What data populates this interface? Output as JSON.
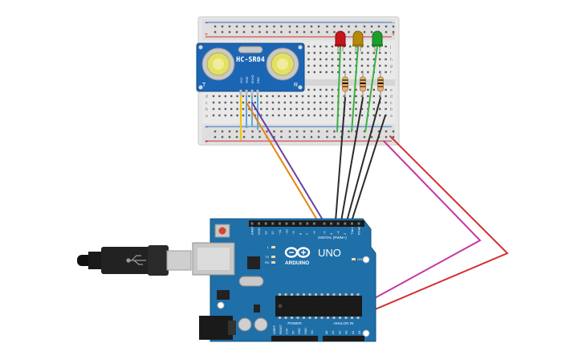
{
  "sensor": {
    "model": "HC-SR04",
    "pin_labels": [
      "VCC",
      "TRIG",
      "ECHO",
      "GND"
    ],
    "corner_left": "T",
    "corner_right": "R"
  },
  "leds": [
    {
      "name": "red",
      "color": "#c4161c"
    },
    {
      "name": "yellow",
      "color": "#b58a0b"
    },
    {
      "name": "green",
      "color": "#1d9e2a"
    }
  ],
  "arduino": {
    "brand": "ARDUINO",
    "model": "UNO",
    "digital_header_label": "DIGITAL (PWM~)",
    "power_label": "POWER",
    "analog_label": "ANALOG IN",
    "on_label": "ON",
    "led_labels": [
      "L",
      "TX",
      "RX"
    ],
    "digital_pins": [
      "AREF",
      "GND",
      "13",
      "12",
      "~11",
      "~10",
      "~9",
      "8",
      "7",
      "~6",
      "~5",
      "4",
      "~3",
      "2",
      "TX▸1",
      "RX◂0"
    ],
    "power_pins": [
      "IOREF",
      "RESET",
      "3.3V",
      "5V",
      "GND",
      "GND",
      "Vin"
    ],
    "analog_pins": [
      "A0",
      "A1",
      "A2",
      "A3",
      "A4",
      "A5"
    ]
  },
  "breadboard": {
    "row_letters_top": [
      "j",
      "i",
      "h",
      "g",
      "f"
    ],
    "row_letters_bottom": [
      "e",
      "d",
      "c",
      "b",
      "a"
    ],
    "rail_plus": "+",
    "rail_minus": "−"
  },
  "colors": {
    "board_blue": "#1f6fa8",
    "sensor_blue": "#1b65b5",
    "wire_red": "#d32f2f",
    "wire_magenta": "#c2399e",
    "wire_orange": "#e8820c",
    "wire_purple": "#6a3fa0",
    "wire_yellow": "#f2c511",
    "wire_green": "#3cb043",
    "wire_black": "#2b2b2b"
  }
}
